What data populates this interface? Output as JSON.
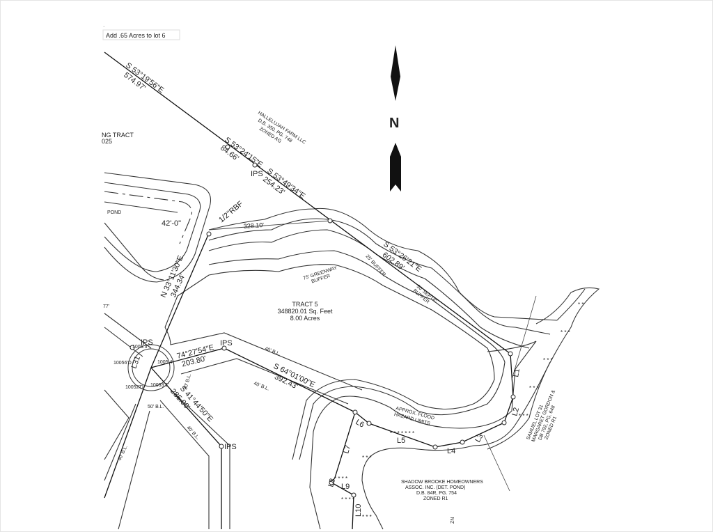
{
  "note": "Add .65 Acres to lot 6",
  "adjoining_tract": {
    "line1": "NG TRACT",
    "line2": "025"
  },
  "north_arrow_label": "N",
  "calls": {
    "c1_bearing": "S 53°19'56\"E",
    "c1_dist": "574.97'",
    "c2_bearing": "S 53°24'15\"E",
    "c2_dist": "84.66'",
    "c3_bearing": "S 53°49'34\"E",
    "c3_dist": "254.23'",
    "c4_bearing": "S 53°26'21\"E",
    "c4_dist": "602.89'",
    "c5_bearing": "N 33°11'30\"E",
    "c5_dist": "344.34'",
    "c6_bearing": "74°27'54\"E",
    "c6_dist": "203.80'",
    "c7_bearing": "S 64°01'00\"E",
    "c7_dist": "392.43'",
    "c8_bearing": "S 41°44'50\"E",
    "c8_dist": "285.00'",
    "fence_dist": "328.10'",
    "offset": "42'-0\""
  },
  "monuments": {
    "ips": "IPS",
    "rbf": "1/2\"RBF"
  },
  "owners": {
    "hallelujah": [
      "HALLELUJAH FARM LLC",
      "D.B. 350, PG. 748",
      "ZONED AG"
    ],
    "shadow_brooke": [
      "SHADOW BROOKE HOMEOWNERS",
      "ASSOC. INC. (DET. POND)",
      "D.B. 84R, PG. 754",
      "ZONED R1"
    ],
    "east": [
      "SAMUEL LOT 31",
      "MARGARET GORDON &",
      "DB 792, PG. 648",
      "ZONED R1"
    ]
  },
  "tract": {
    "name": "TRACT 5",
    "area_sqft": "348820.01 Sq. Feet",
    "area_acres": "8.00 Acres"
  },
  "features": {
    "pond": "POND",
    "greenway": [
      "75' GREENWAY",
      "BUFFER"
    ],
    "buffer25": "25' BUFFER",
    "septic": [
      "50' SEPTIC",
      "BUFFER"
    ],
    "flood": [
      "APPROX. FLOOD",
      "HAZARD LIMITS"
    ],
    "bl40": "40' B.L.",
    "bl50": "50' B.L.",
    "bl30": "30' B.L.",
    "zn": "ZN",
    "partial": "77'"
  },
  "line_labels": [
    "L1",
    "L2",
    "L3",
    "L4",
    "L5",
    "L6",
    "L7",
    "L8",
    "L9",
    "L10",
    "L31"
  ],
  "elevations": [
    "10056'D",
    "1005.4'",
    "10052'D",
    "10053.1'",
    "1005.3'"
  ]
}
